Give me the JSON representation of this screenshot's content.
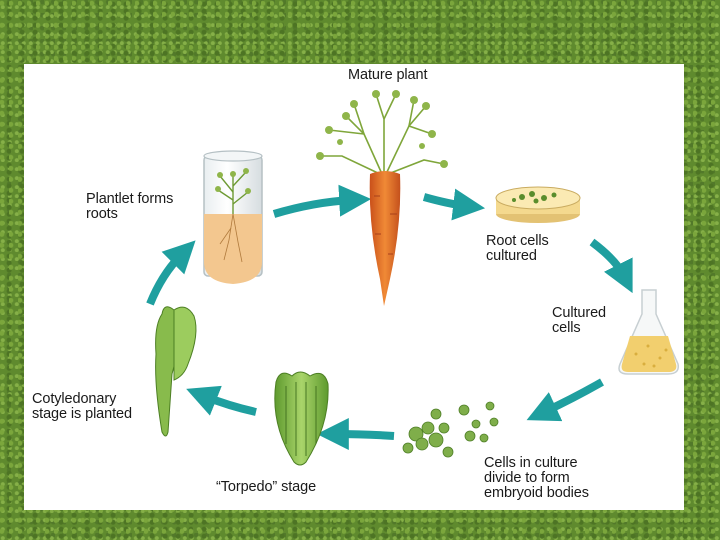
{
  "diagram": {
    "stages": [
      {
        "id": "mature-plant",
        "label": "Mature plant"
      },
      {
        "id": "root-cells",
        "label": "Root cells\ncultured"
      },
      {
        "id": "cultured-cells",
        "label": "Cultured\ncells"
      },
      {
        "id": "embryoid",
        "label": "Cells in culture\ndivide to form\nembryoid bodies"
      },
      {
        "id": "torpedo",
        "label": "“Torpedo” stage"
      },
      {
        "id": "cotyledonary",
        "label": "Cotyledonary\nstage is planted"
      },
      {
        "id": "plantlet",
        "label": "Plantlet forms\nroots"
      }
    ],
    "colors": {
      "arrow": "#1f9f9f",
      "carrot": "#e66a1e",
      "foliage": "#7fa63a",
      "embryo": "#86b94a",
      "agar": "#f0c878",
      "background": "#5f8a2e"
    }
  }
}
